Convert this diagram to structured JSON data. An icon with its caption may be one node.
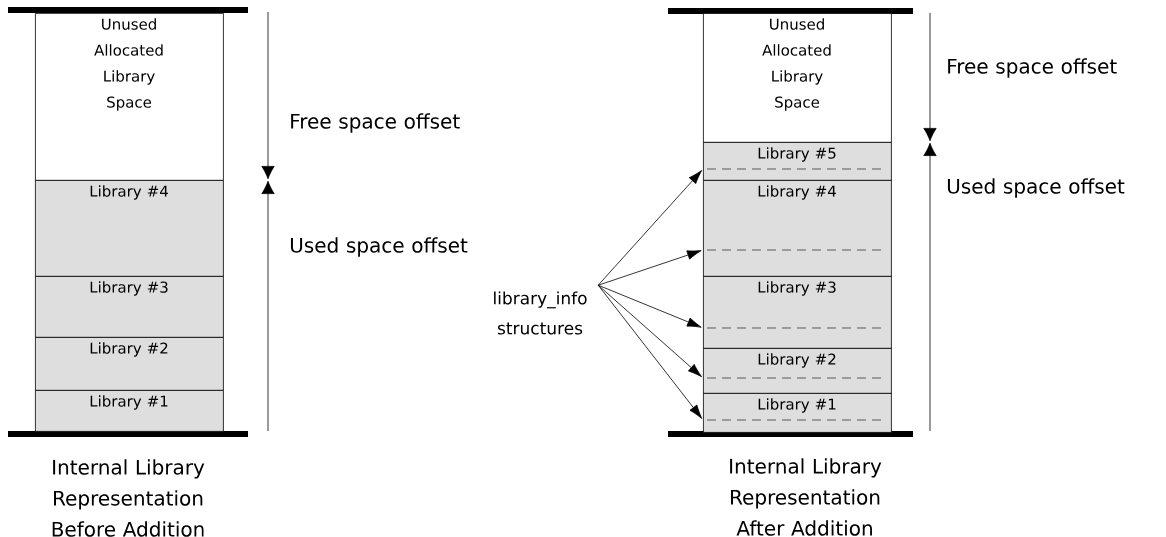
{
  "diagram": {
    "nodes": [
      {
        "text": [
          "Unused Allocated Library Space"
        ]
      },
      {
        "text": [
          "Library #4"
        ]
      },
      {
        "text": [
          "Library #3"
        ]
      },
      {
        "text": [
          "Library #2"
        ]
      },
      {
        "text": [
          "Library #1"
        ]
      },
      {
        "text": [
          "Unused Allocated Library Space"
        ]
      },
      {
        "text": [
          "Library #5"
        ]
      },
      {
        "text": [
          "Library #4"
        ]
      },
      {
        "text": [
          "Library #3"
        ]
      },
      {
        "text": [
          "Library #2"
        ]
      },
      {
        "text": [
          "Library #1"
        ]
      },
      {
        "text": [
          "library_info structures"
        ]
      }
    ],
    "edges": [
      {
        "from": 11,
        "to": 6,
        "arrow": "to"
      },
      {
        "from": 11,
        "to": 7,
        "arrow": "to"
      },
      {
        "from": 11,
        "to": 8,
        "arrow": "to"
      },
      {
        "from": 11,
        "to": 9,
        "arrow": "to"
      },
      {
        "from": 11,
        "to": 10,
        "arrow": "to"
      }
    ],
    "labels": [
      "Free space offset",
      "Used space offset",
      "Internal Library Representation Before Addition",
      "Free space offset",
      "Used space offset",
      "Internal Library Representation After Addition"
    ]
  }
}
